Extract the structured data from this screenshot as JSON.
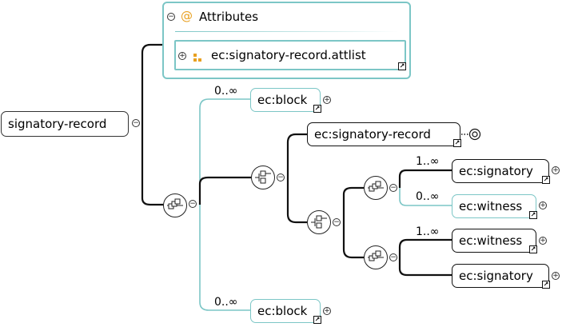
{
  "root": {
    "label": "signatory-record"
  },
  "attributes": {
    "title": "Attributes",
    "at_symbol": "@",
    "attlist": "ec:signatory-record.attlist"
  },
  "elements": {
    "block_top": "ec:block",
    "block_top_card": "0..∞",
    "signatory_record": "ec:signatory-record",
    "signatory_1": "ec:signatory",
    "signatory_1_card": "1..∞",
    "witness_1": "ec:witness",
    "witness_1_card": "0..∞",
    "witness_2": "ec:witness",
    "witness_2_card": "1..∞",
    "signatory_2": "ec:signatory",
    "block_bottom": "ec:block",
    "block_bottom_card": "0..∞"
  },
  "icons": {
    "collapse": "minus-circle-icon",
    "expand": "plus-circle-icon",
    "reference": "reference-arrow-icon",
    "sequence": "sequence-icon",
    "choice": "choice-icon",
    "recursion": "recursion-icon"
  },
  "colors": {
    "optional_border": "#7cc6c6",
    "required_border": "#111111",
    "attr_accent": "#e8a020",
    "connector": "#111111"
  }
}
